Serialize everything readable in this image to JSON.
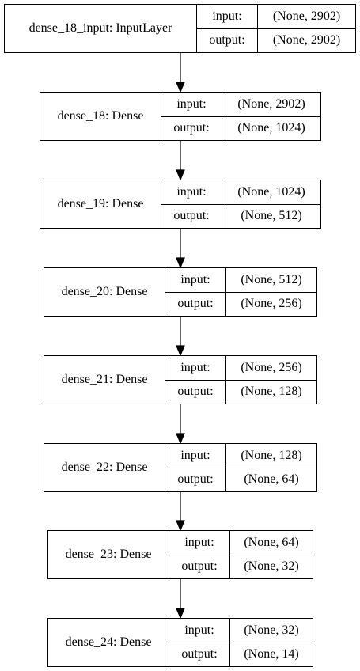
{
  "diagram": {
    "layers": [
      {
        "name": "dense_18_input: InputLayer",
        "input_label": "input:",
        "output_label": "output:",
        "input_shape": "(None, 2902)",
        "output_shape": "(None, 2902)"
      },
      {
        "name": "dense_18: Dense",
        "input_label": "input:",
        "output_label": "output:",
        "input_shape": "(None, 2902)",
        "output_shape": "(None, 1024)"
      },
      {
        "name": "dense_19: Dense",
        "input_label": "input:",
        "output_label": "output:",
        "input_shape": "(None, 1024)",
        "output_shape": "(None, 512)"
      },
      {
        "name": "dense_20: Dense",
        "input_label": "input:",
        "output_label": "output:",
        "input_shape": "(None, 512)",
        "output_shape": "(None, 256)"
      },
      {
        "name": "dense_21: Dense",
        "input_label": "input:",
        "output_label": "output:",
        "input_shape": "(None, 256)",
        "output_shape": "(None, 128)"
      },
      {
        "name": "dense_22: Dense",
        "input_label": "input:",
        "output_label": "output:",
        "input_shape": "(None, 128)",
        "output_shape": "(None, 64)"
      },
      {
        "name": "dense_23: Dense",
        "input_label": "input:",
        "output_label": "output:",
        "input_shape": "(None, 64)",
        "output_shape": "(None, 32)"
      },
      {
        "name": "dense_24: Dense",
        "input_label": "input:",
        "output_label": "output:",
        "input_shape": "(None, 32)",
        "output_shape": "(None, 14)"
      }
    ]
  }
}
